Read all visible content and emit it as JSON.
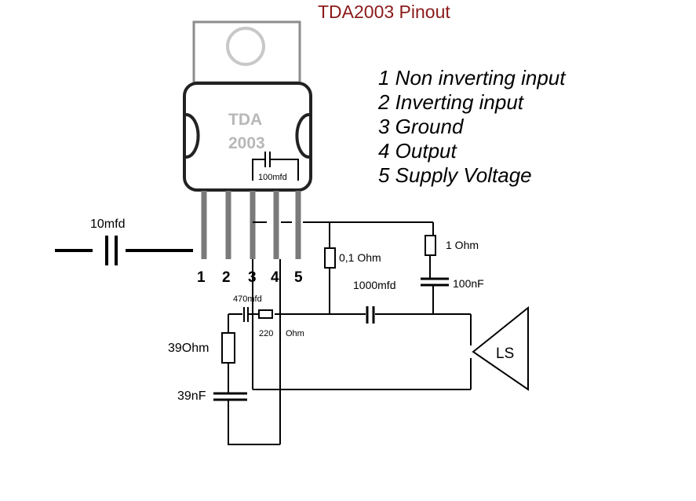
{
  "title": "TDA2003 Pinout",
  "chip": {
    "line1": "TDA",
    "line2": "2003"
  },
  "pin_legend": [
    "1 Non inverting input",
    "2 Inverting input",
    "3 Ground",
    "4 Output",
    "5 Supply Voltage"
  ],
  "pin_numbers": [
    "1",
    "2",
    "3",
    "4",
    "5"
  ],
  "components": {
    "c_internal": "100mfd",
    "c_input": "10mfd",
    "r_zobel_1": "0,1 Ohm",
    "r_zobel_2": "1 Ohm",
    "c_zobel_2": "100nF",
    "c_output": "1000mfd",
    "c_feedback": "470mfd",
    "r_feedback": "220",
    "r_feedback_unit": "Ohm",
    "r_rc": "39Ohm",
    "c_rc": "39nF"
  },
  "speaker": {
    "label": "LS"
  },
  "colors": {
    "title": "#8b1a1a",
    "wire": "#000000",
    "chip_body": "#222222",
    "chip_text": "#b8b8b8",
    "pins": "#7a7a7a",
    "heatsink": "#8c8c8c"
  }
}
